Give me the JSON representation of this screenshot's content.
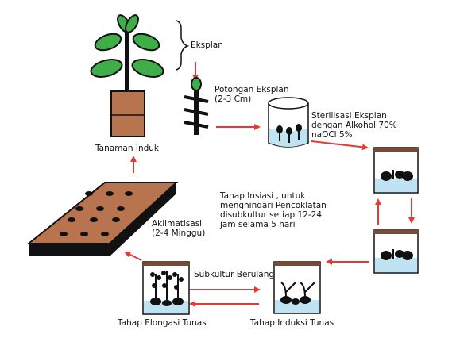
{
  "labels": {
    "eksplan": "Eksplan",
    "potongan": "Potongan Eksplan\n(2-3 Cm)",
    "sterilisasi": "Sterilisasi Eksplan\ndengan Alkohol 70%\nnaOCl 5%",
    "tanaman_induk": "Tanaman Induk",
    "tahap_inisiasi": "Tahap Insiasi , untuk\nmenghindari Pencoklatan\ndisubkultur setiap 12-24\njam selama 5 hari",
    "aklimatisasi": "Aklimatisasi\n(2-4 Minggu)",
    "subkultur": "Subkultur Berulang",
    "elongasi": "Tahap Elongasi Tunas",
    "induksi": "Tahap Induksi Tunas"
  },
  "colors": {
    "arrow": "#e53935",
    "leaf": "#3fae49",
    "pot": "#b8744e",
    "tray": "#b8744e",
    "medium": "#bfe3f2",
    "jar_lid": "#7a4a33",
    "outline": "#111111"
  }
}
